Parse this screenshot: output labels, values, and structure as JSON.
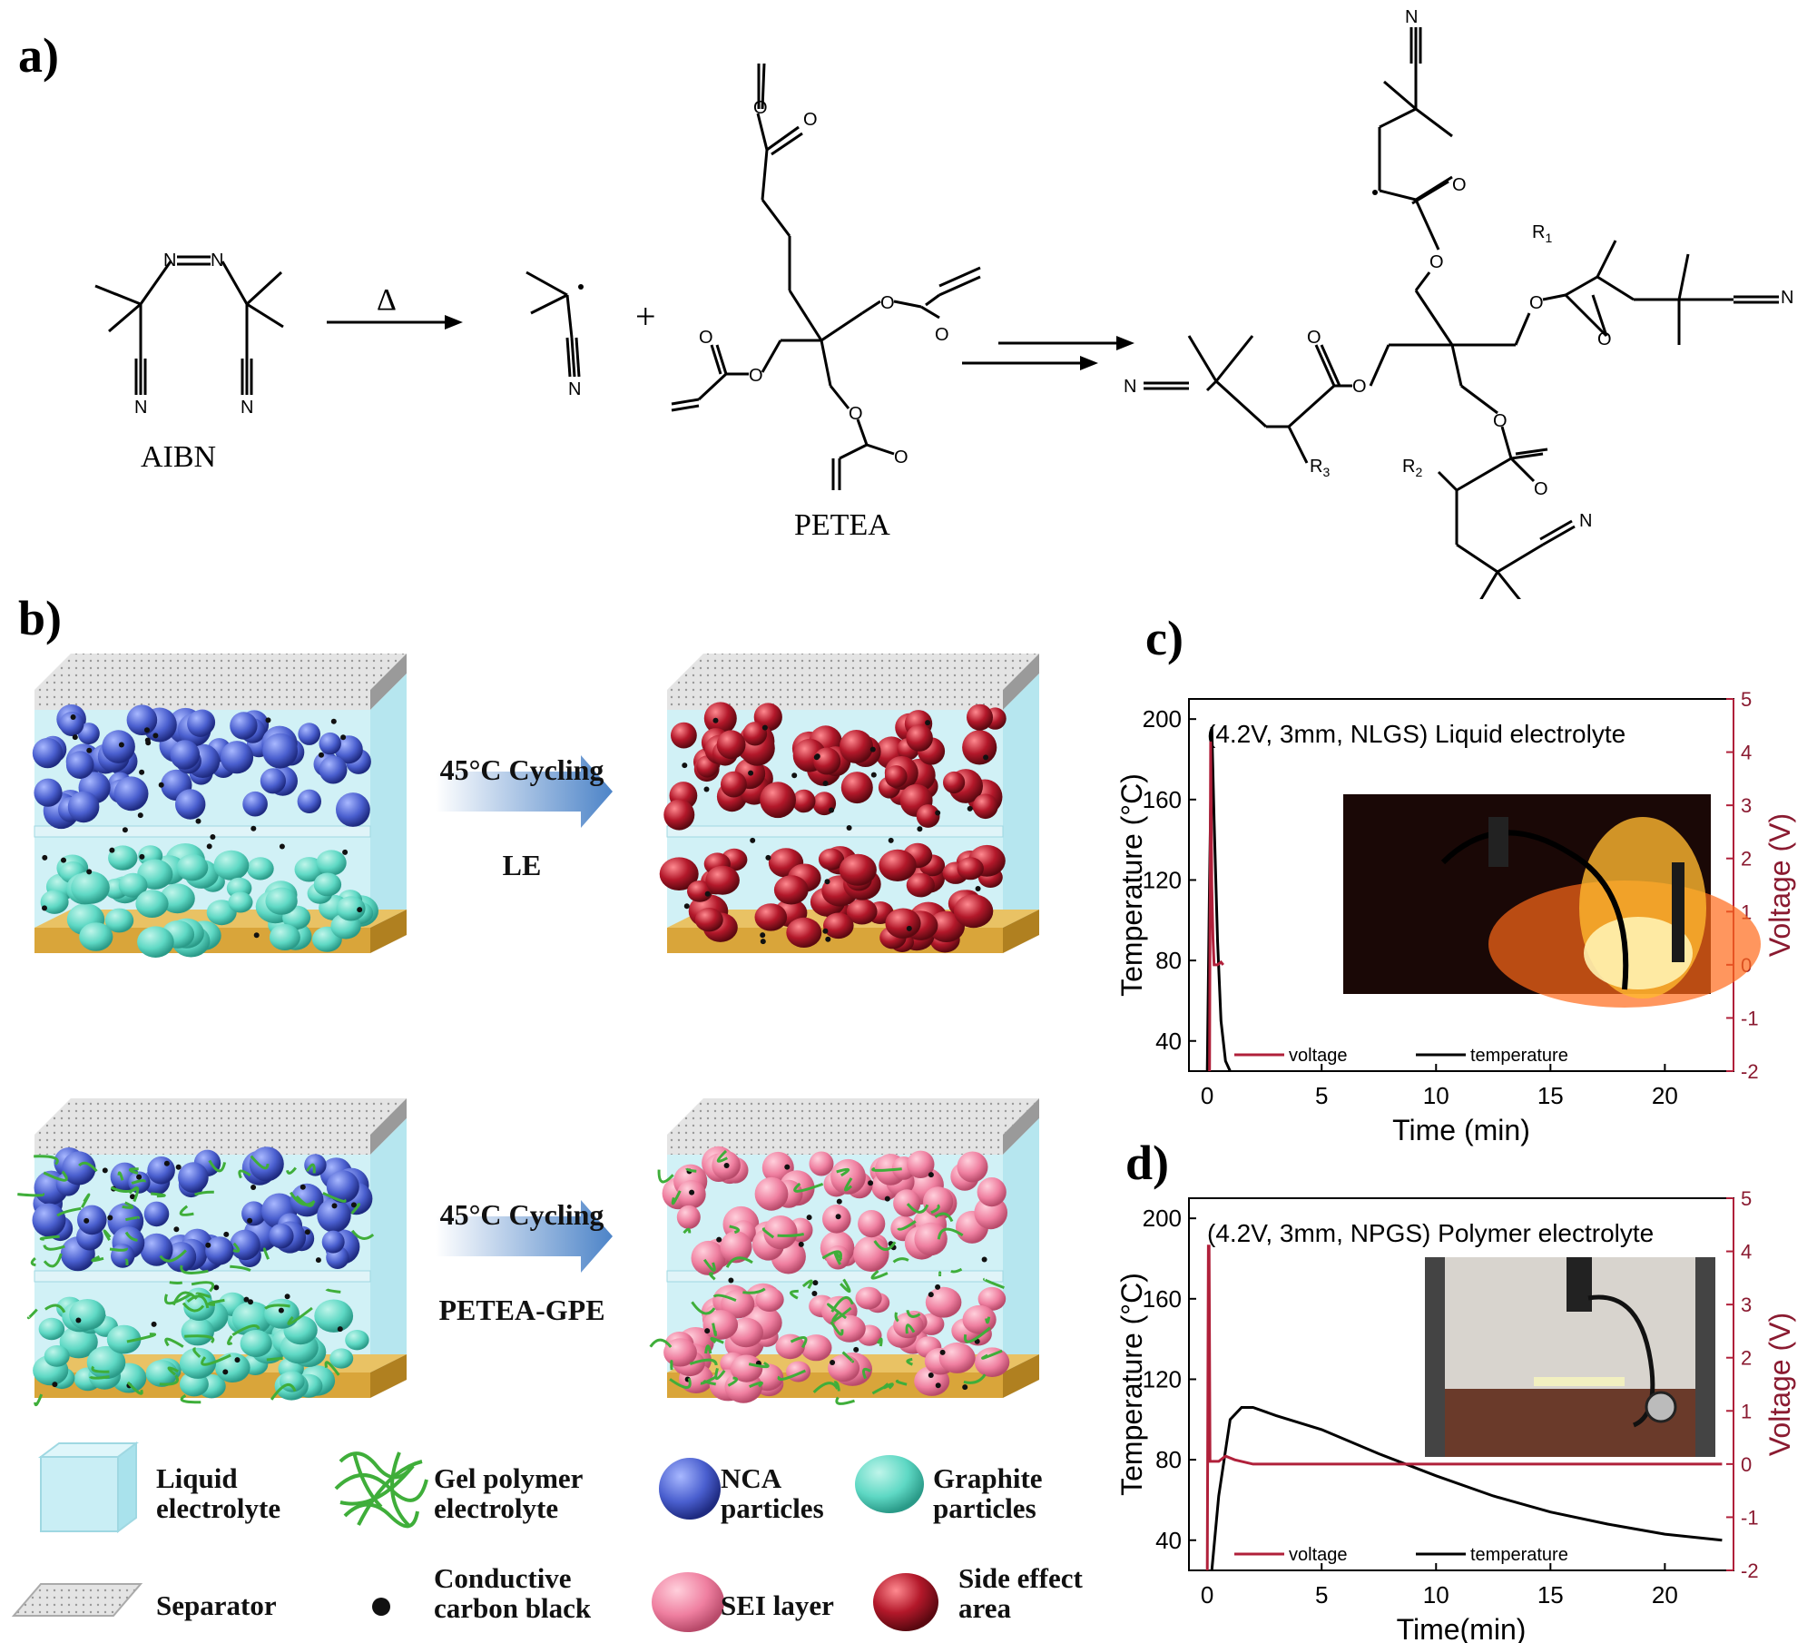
{
  "panels": {
    "a": "a)",
    "b": "b)",
    "c": "c)",
    "d": "d)"
  },
  "scheme": {
    "aibn": "AIBN",
    "petea": "PETEA",
    "delta": "Δ",
    "plus": "+",
    "atom_n": "N",
    "atom_o": "O",
    "r1": "R",
    "r1_sub": "1",
    "r2": "R",
    "r2_sub": "2",
    "r3": "R",
    "r3_sub": "3"
  },
  "cycling": {
    "top_label": "45°C Cycling",
    "top_sub": "LE",
    "bottom_label": "45°C Cycling",
    "bottom_sub": "PETEA-GPE"
  },
  "legend": [
    {
      "text": "Liquid electrolyte"
    },
    {
      "text": "Gel polymer electrolyte"
    },
    {
      "text": "NCA particles"
    },
    {
      "text": "Graphite particles"
    },
    {
      "text": "Separator"
    },
    {
      "text": "Conductive carbon black"
    },
    {
      "text": "SEI layer"
    },
    {
      "text": "Side effect area"
    }
  ],
  "colors": {
    "nca": "#4a5fcf",
    "graphite": "#5ed8c4",
    "side_effect": "#b3182a",
    "sei": "#ef7fa0",
    "gel": "#3fae3a",
    "electrolyte": "#c9eef5",
    "current_collector": "#d9a53a",
    "voltage_line": "#b0203a",
    "temperature_line": "#000000",
    "arrow": "#5b8fd0"
  },
  "chart_data": [
    {
      "type": "line",
      "panel": "c)",
      "title": "(4.2V, 3mm, NLGS) Liquid electrolyte",
      "xlabel": "Time (min)",
      "ylabel": "Temperature (°C)",
      "y2label": "Voltage (V)",
      "xlim": [
        -0.8,
        23
      ],
      "ylim": [
        25,
        210
      ],
      "y2lim": [
        -2,
        5
      ],
      "xticks": [
        0,
        5,
        10,
        15,
        20
      ],
      "yticks": [
        40,
        80,
        120,
        160,
        200
      ],
      "y2ticks": [
        -2,
        -1,
        0,
        1,
        2,
        3,
        4,
        5
      ],
      "legend": [
        "voltage",
        "temperature"
      ],
      "series": [
        {
          "name": "temperature",
          "axis": "left",
          "x": [
            0.0,
            0.1,
            0.2,
            0.3,
            0.45,
            0.6,
            0.8,
            1.0
          ],
          "y": [
            25,
            120,
            196,
            150,
            90,
            50,
            30,
            25
          ]
        },
        {
          "name": "voltage",
          "axis": "right",
          "x": [
            0.1,
            0.15,
            0.2,
            0.25,
            0.3,
            0.45,
            0.6,
            0.7
          ],
          "y": [
            -2,
            4.2,
            1.5,
            0.5,
            0.0,
            0.0,
            0.05,
            0.0
          ]
        }
      ],
      "inset": "photo of burning cell"
    },
    {
      "type": "line",
      "panel": "d)",
      "title": "(4.2V, 3mm, NPGS) Polymer electrolyte",
      "xlabel": "Time(min)",
      "ylabel": "Temperature (°C)",
      "y2label": "Voltage (V)",
      "xlim": [
        -0.8,
        23
      ],
      "ylim": [
        25,
        210
      ],
      "y2lim": [
        -2,
        5
      ],
      "xticks": [
        0,
        5,
        10,
        15,
        20
      ],
      "yticks": [
        40,
        80,
        120,
        160,
        200
      ],
      "y2ticks": [
        -2,
        -1,
        0,
        1,
        2,
        3,
        4,
        5
      ],
      "legend": [
        "voltage",
        "temperature"
      ],
      "series": [
        {
          "name": "temperature",
          "axis": "left",
          "x": [
            0.2,
            0.5,
            1.0,
            1.5,
            2.0,
            3.0,
            5.0,
            7.5,
            10.0,
            12.5,
            15.0,
            17.5,
            20.0,
            22.5
          ],
          "y": [
            25,
            62,
            100,
            106,
            106,
            102,
            95,
            83,
            72,
            62,
            54,
            48,
            43,
            40
          ]
        },
        {
          "name": "voltage",
          "axis": "right",
          "x": [
            0.0,
            0.05,
            0.08,
            0.12,
            0.5,
            0.8,
            1.2,
            2.0,
            5.0,
            10.0,
            15.0,
            20.0,
            22.5
          ],
          "y": [
            -2,
            4.1,
            4.1,
            0.05,
            0.05,
            0.15,
            0.08,
            0.0,
            0.0,
            0.0,
            0.0,
            0.0,
            0.0
          ]
        }
      ],
      "inset": "photo of intact cell"
    }
  ]
}
